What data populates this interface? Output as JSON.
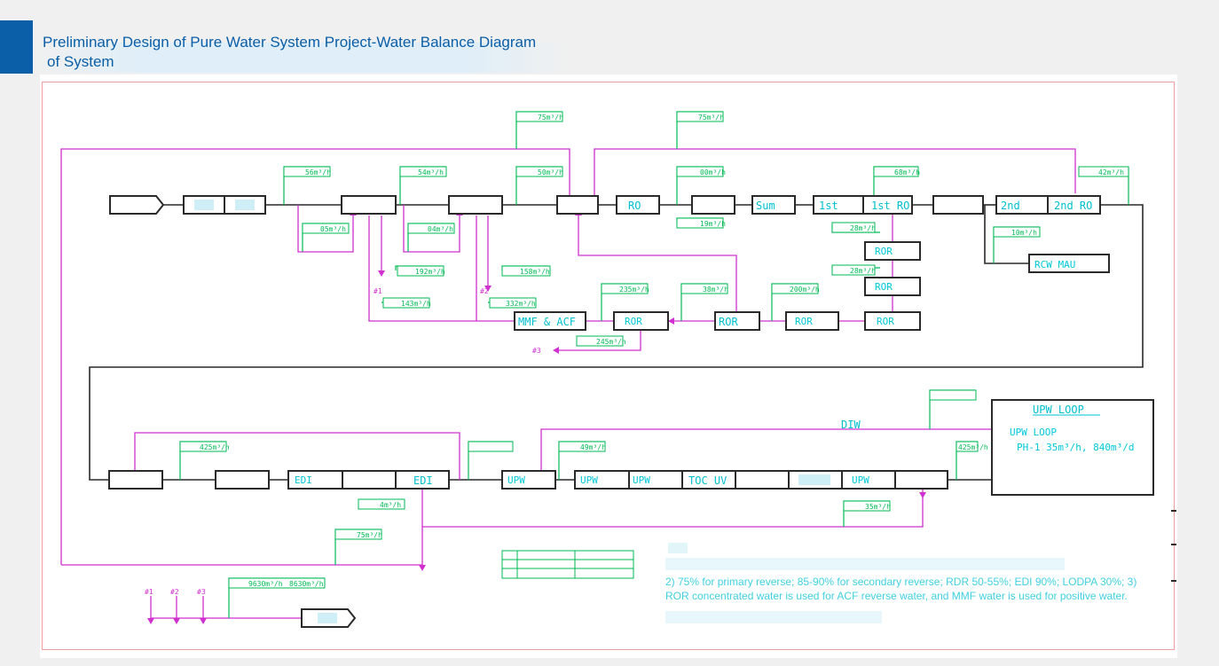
{
  "page": {
    "title_line1": "Preliminary Design of Pure Water System Project-Water Balance Diagram",
    "title_line2": " of System"
  },
  "colors": {
    "accent": "#0a5fa8",
    "flow_line": "#d030d0",
    "flow_tag": "#00bb55",
    "label_text": "#00c8d8",
    "block_border": "#2a2a2a"
  },
  "diagram": {
    "blocks": {
      "ro_primary": "RO",
      "sum": "Sum",
      "first_ro_a": "1st",
      "first_ro_b": "1st RO",
      "second_ro_a": "2nd",
      "second_ro_b": "2nd RO",
      "rcw_mau": "RCW MAU",
      "ror_a": "ROR",
      "ror_b": "ROR",
      "ror_c": "ROR",
      "ror_d": "ROR",
      "ror_e": "ROR",
      "ror_f": "ROR",
      "mmf_acf": "MMF & ACF",
      "edi_a": "EDI",
      "edi_b": "EDI",
      "upw_a": "UPW",
      "upw_b": "UPW",
      "upw_c": "UPW",
      "toc_uv": "TOC UV",
      "upw_d": "UPW",
      "upw_loop_title": "UPW LOOP",
      "upw_loop_sub": "UPW LOOP",
      "upw_loop_ph": "PH-1   35m³/h,  840m³/d"
    },
    "flows": {
      "f_top1": "75m³/h",
      "f_top2": "75m³/h",
      "f_a": "56m³/h",
      "f_b": "54m³/h",
      "f_c": "50m³/h",
      "f_d": "00m³/h",
      "f_e": "68m³/h",
      "f_f": "42m³/h",
      "f_g": "05m³/h",
      "f_h": "04m³/h",
      "f_i": "19m³/h",
      "f_j": "10m³/h",
      "f_k": "28m³/h",
      "f_l": "28m³/h",
      "f_m": "192m³/h",
      "f_n": "158m³/h",
      "f_o": "143m³/h",
      "f_p": "332m³/h",
      "f_q": "235m³/h",
      "f_r": "38m³/h",
      "f_s": "200m³/h",
      "f_t": "245m³/h",
      "f_u": "425m³/h",
      "f_v": "49m³/h",
      "f_w": "425m³/h",
      "f_x": "4m³/h",
      "f_y": "35m³/h",
      "f_z": "75m³/h",
      "f_aa": "9630m³/h",
      "f_bb": "8630m³/h"
    },
    "labels": {
      "drain1": "#1",
      "drain2": "#2",
      "drain3": "#3",
      "drain_in1": "#1",
      "drain_in2": "#2",
      "drain_in3": "#3",
      "diw": "DIW"
    },
    "notes": {
      "line2": "2) 75% for primary reverse; 85-90% for secondary reverse; RDR 50-55%; EDI 90%; LODPA 30%; 3)",
      "line3": "ROR concentrated water is used for ACF reverse water, and MMF water is used for positive water."
    }
  }
}
